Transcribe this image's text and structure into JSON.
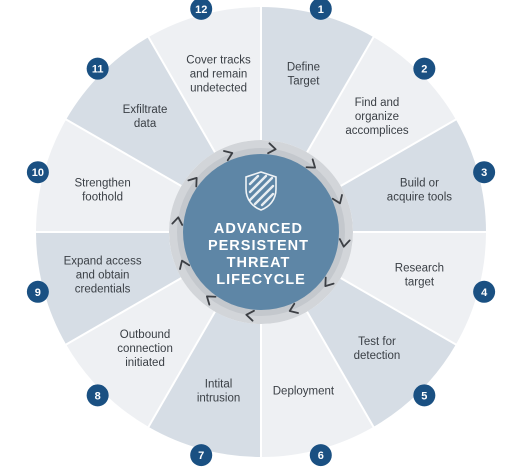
{
  "diagram": {
    "hub_title_lines": [
      "ADVANCED",
      "PERSISTENT",
      "THREAT",
      "LIFECYCLE"
    ],
    "hub_icon": "shield-icon",
    "arrow_icon": "chevron-arrow-icon",
    "colors": {
      "segment_light": "#eef0f3",
      "segment_dark": "#d6dde5",
      "ring": "#d2d5d9",
      "ring_inner": "#c4c8cd",
      "hub": "#5e86a6",
      "badge": "#1a5082",
      "arrow": "#3c3f44"
    },
    "stages": [
      {
        "number": "1",
        "lines": [
          "Define",
          "Target"
        ]
      },
      {
        "number": "2",
        "lines": [
          "Find and",
          "organize",
          "accomplices"
        ]
      },
      {
        "number": "3",
        "lines": [
          "Build or",
          "acquire tools"
        ]
      },
      {
        "number": "4",
        "lines": [
          "Research",
          "target"
        ]
      },
      {
        "number": "5",
        "lines": [
          "Test for",
          "detection"
        ]
      },
      {
        "number": "6",
        "lines": [
          "Deployment"
        ]
      },
      {
        "number": "7",
        "lines": [
          "Intital",
          "intrusion"
        ]
      },
      {
        "number": "8",
        "lines": [
          "Outbound",
          "connection",
          "initiated"
        ]
      },
      {
        "number": "9",
        "lines": [
          "Expand access",
          "and obtain",
          "credentials"
        ]
      },
      {
        "number": "10",
        "lines": [
          "Strengthen",
          "foothold"
        ]
      },
      {
        "number": "11",
        "lines": [
          "Exfiltrate",
          "data"
        ]
      },
      {
        "number": "12",
        "lines": [
          "Cover tracks",
          "and remain",
          "undetected"
        ]
      }
    ]
  }
}
